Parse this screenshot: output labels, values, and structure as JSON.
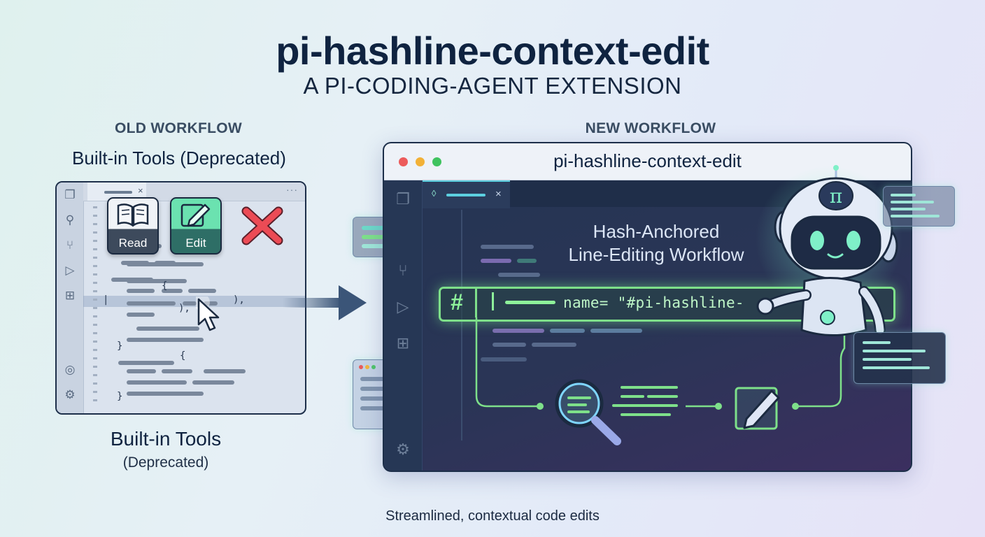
{
  "header": {
    "title": "pi-hashline-context-edit",
    "subtitle": "A PI-CODING-AGENT EXTENSION"
  },
  "old_workflow": {
    "section_label": "OLD WORKFLOW",
    "heading": "Built-in Tools (Deprecated)",
    "read_label": "Read",
    "edit_label": "Edit",
    "footer_title": "Built-in Tools",
    "footer_subtitle": "(Deprecated)",
    "tab_close": "×",
    "tab_more": "···"
  },
  "new_workflow": {
    "section_label": "NEW WORKFLOW",
    "window_title": "pi-hashline-context-edit",
    "caption_line1": "Hash-Anchored",
    "caption_line2": "Line-Editing Workflow",
    "hash_symbol": "#",
    "hash_line_text": "name= \"#pi-hashline-",
    "robot_badge": "π",
    "tab_close": "×"
  },
  "footer": {
    "caption": "Streamlined, contextual code edits"
  },
  "colors": {
    "accent_green": "#7ee08a",
    "accent_cyan": "#5ccfe0",
    "error_red": "#e0404a",
    "dark_navy": "#0f2340"
  },
  "icons": [
    "files-icon",
    "search-icon",
    "source-control-icon",
    "run-debug-icon",
    "extensions-icon",
    "account-icon",
    "settings-icon",
    "book-icon",
    "pencil-icon",
    "cross-icon",
    "pointer-cursor-icon",
    "arrow-right-icon",
    "magnifier-icon",
    "robot-icon"
  ]
}
